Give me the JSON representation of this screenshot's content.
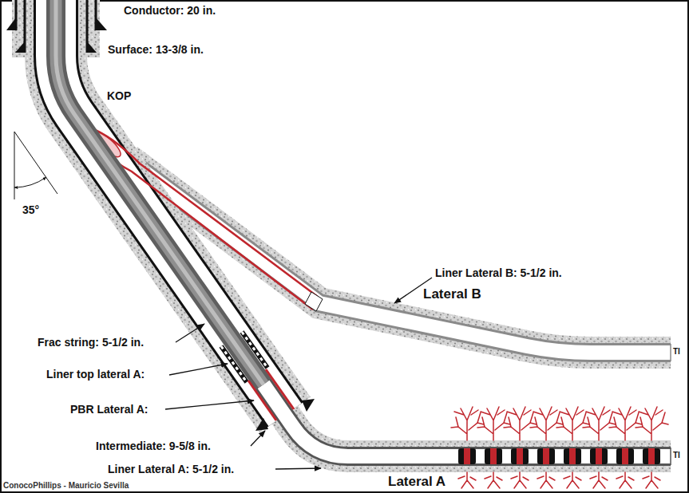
{
  "diagram": {
    "labels": [
      "Conductor: 20 in.",
      "Surface: 13-3/8 in.",
      "KOP",
      "35°",
      "Frac string: 5-1/2 in.",
      "Liner top lateral A:",
      "PBR Lateral A:",
      "Intermediate: 9-5/8 in.",
      "Liner Lateral A: 5-1/2 in.",
      "Liner Lateral B: 5-1/2 in.",
      "Lateral B",
      "TI",
      "Lateral A",
      "TI",
      "ConocoPhillips - Mauricio Sevilla"
    ]
  }
}
